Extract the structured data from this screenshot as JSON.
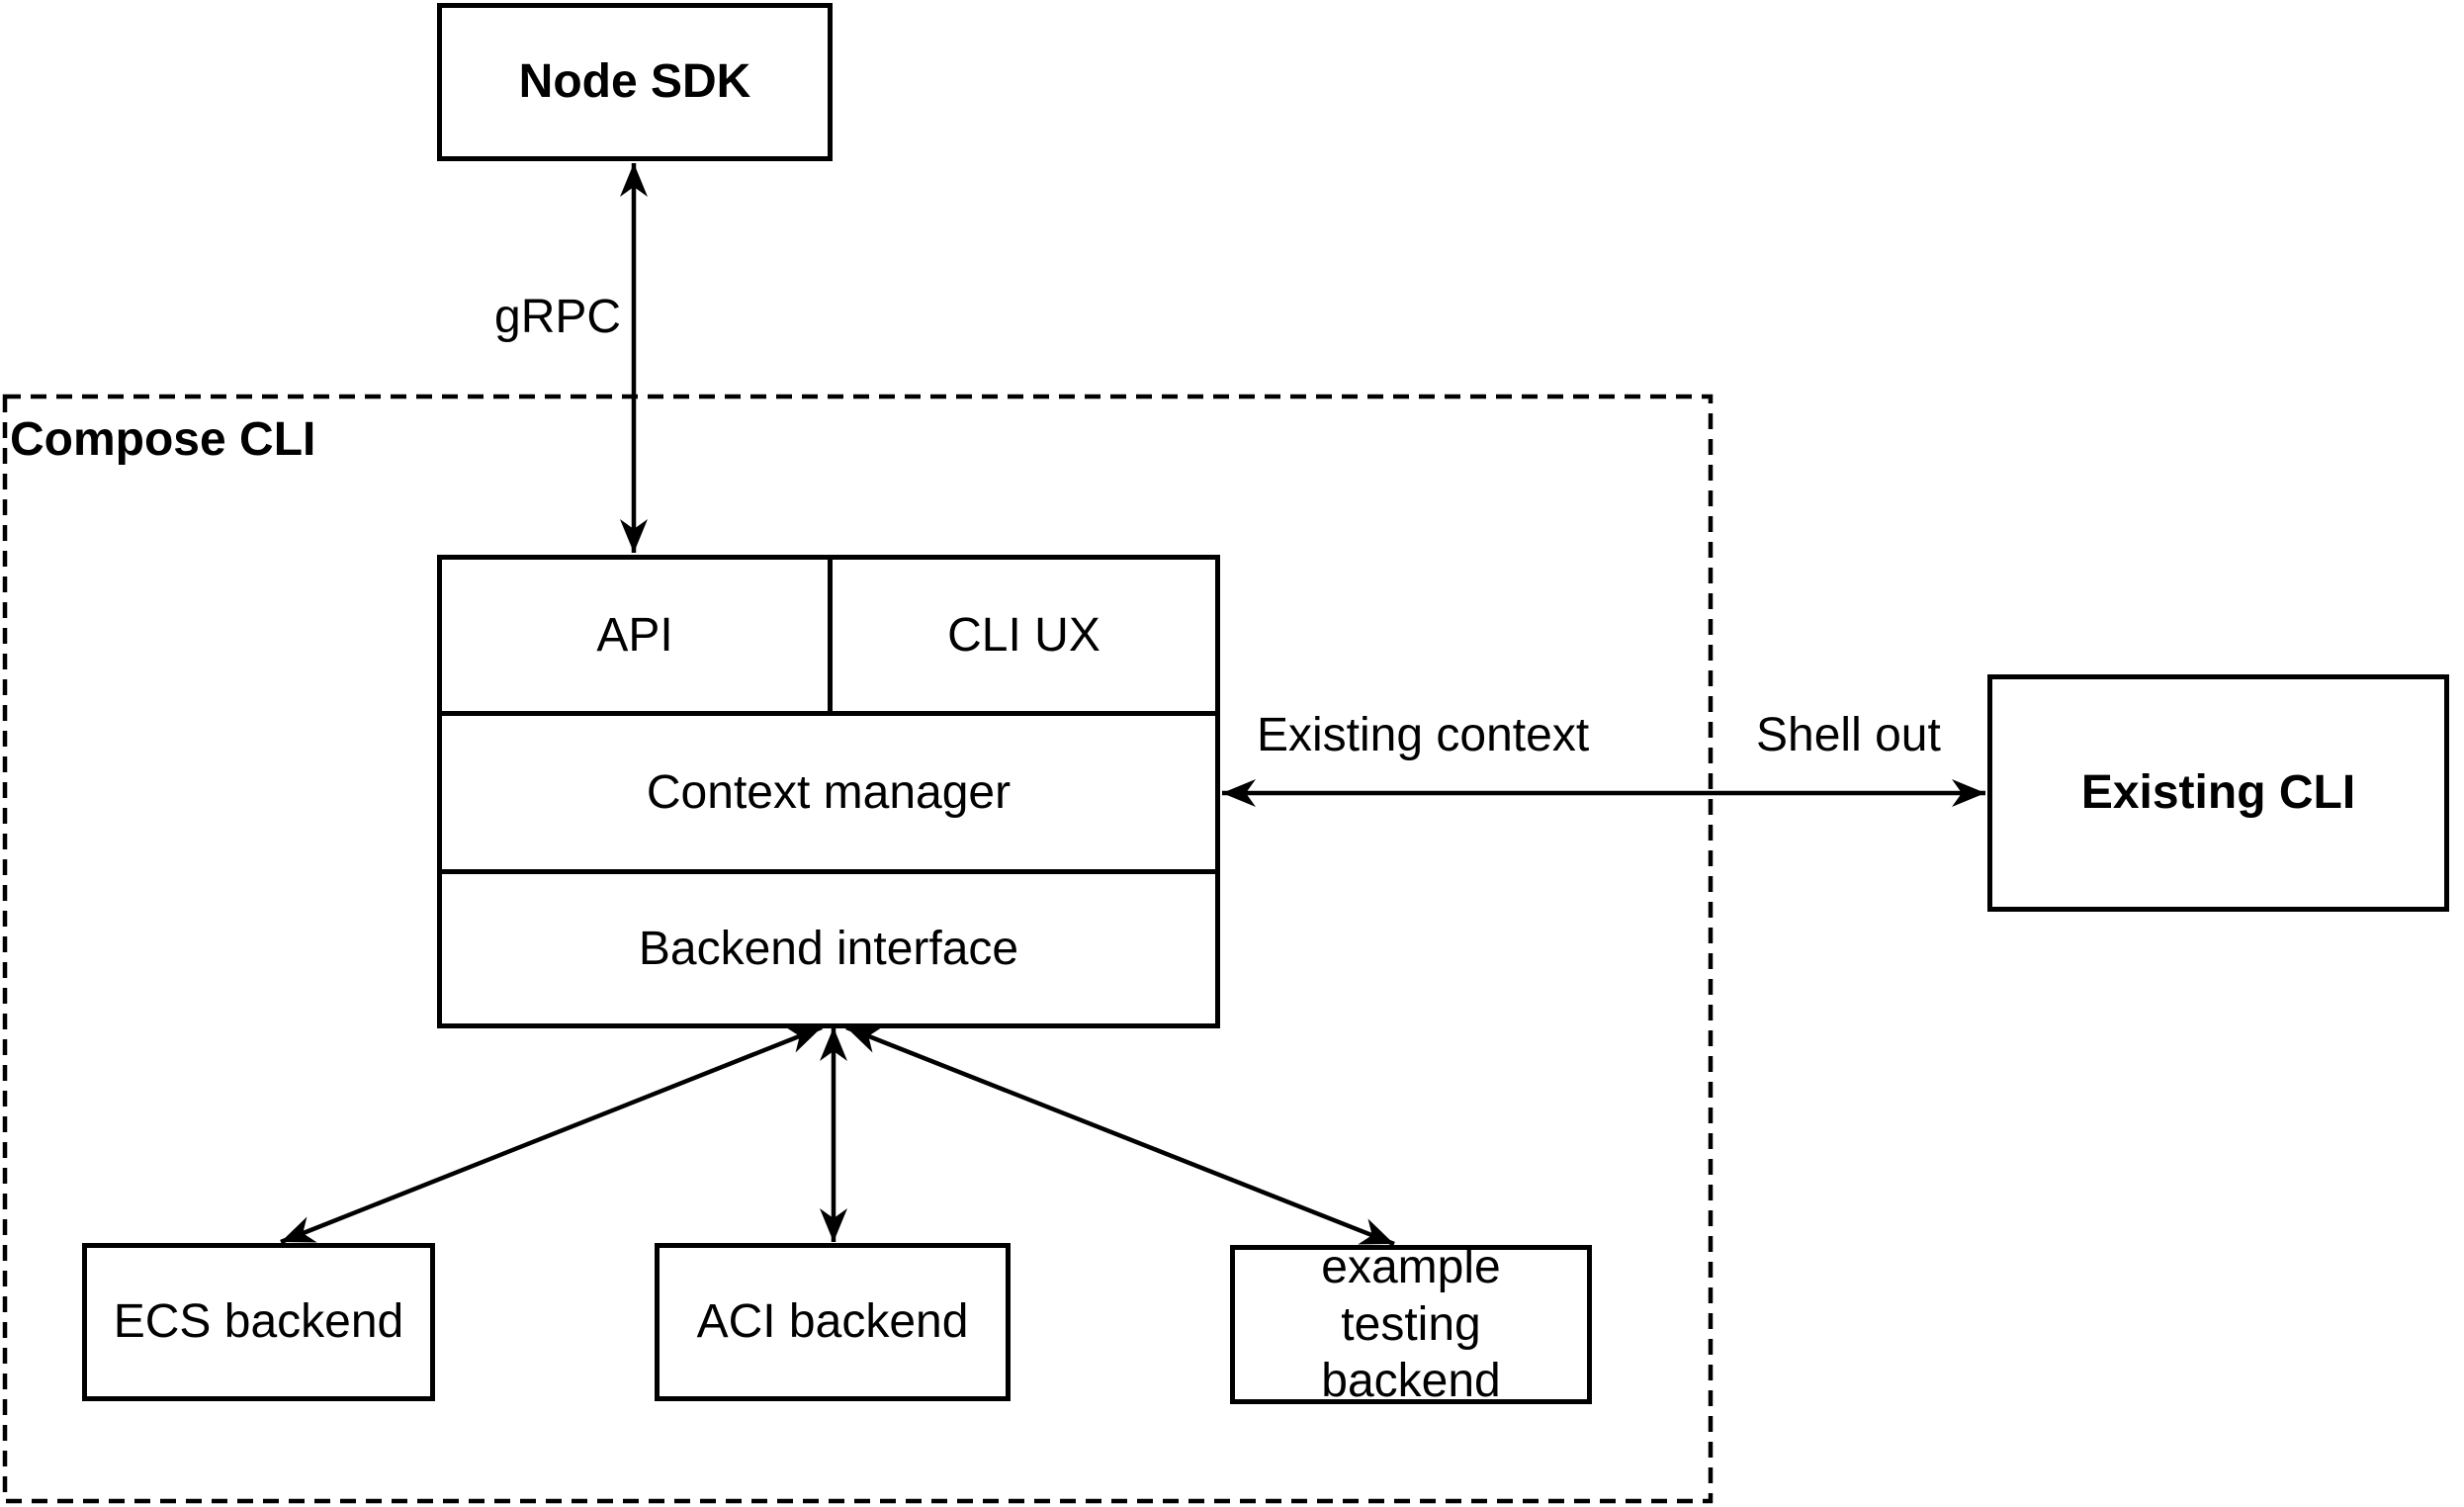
{
  "colors": {
    "stroke": "#000000",
    "background": "#ffffff"
  },
  "group": {
    "label": "Compose CLI"
  },
  "nodes": {
    "node_sdk": "Node SDK",
    "api": "API",
    "cli_ux": "CLI UX",
    "context_manager": "Context manager",
    "backend_interface": "Backend interface",
    "ecs_backend": "ECS backend",
    "aci_backend": "ACI backend",
    "example_testing_backend": "example testing backend",
    "existing_cli": "Existing CLI"
  },
  "edges": [
    {
      "from": "node_sdk",
      "to": "api",
      "label": "gRPC",
      "direction": "both"
    },
    {
      "from": "context_manager",
      "to": "existing_cli",
      "label_inside": "Existing context",
      "label_outside": "Shell out",
      "direction": "both"
    },
    {
      "from": "backend_interface",
      "to": "ecs_backend",
      "direction": "both"
    },
    {
      "from": "backend_interface",
      "to": "aci_backend",
      "direction": "both"
    },
    {
      "from": "backend_interface",
      "to": "example_testing_backend",
      "direction": "both"
    }
  ]
}
